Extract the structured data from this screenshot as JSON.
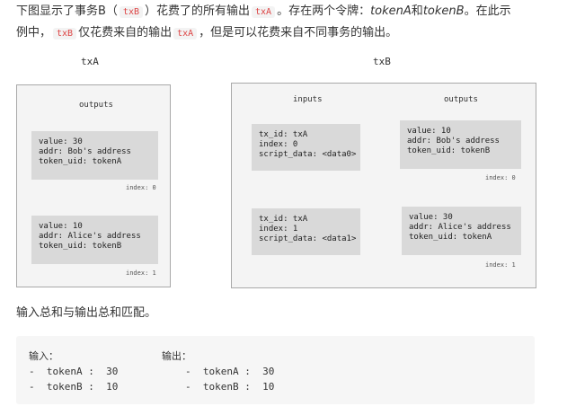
{
  "intro": {
    "l1_a": "下图显示了事务B（",
    "l1_code1": "txB",
    "l1_b": "）花费了的所有输出",
    "l1_code2": "txA",
    "l1_c": "。存在两个令牌：",
    "l1_tokA": "tokenA",
    "l1_and": "和",
    "l1_tokB": "tokenB",
    "l1_d": "。在此示",
    "l2_a": "例中，",
    "l2_code1": "txB",
    "l2_b": "仅花费来自的输出",
    "l2_code2": "txA",
    "l2_c": "，但是可以花费来自不同事务的输出。"
  },
  "diagram": {
    "txA": {
      "title": "txA",
      "outputs_title": "outputs",
      "outputs": [
        {
          "lines": [
            "value: 30",
            "addr: Bob's address",
            "token_uid: tokenA"
          ],
          "index": "index: 0"
        },
        {
          "lines": [
            "value: 10",
            "addr: Alice's address",
            "token_uid: tokenB"
          ],
          "index": "index: 1"
        }
      ]
    },
    "txB": {
      "title": "txB",
      "inputs_title": "inputs",
      "outputs_title": "outputs",
      "inputs": [
        {
          "lines": [
            "tx_id: txA",
            "index: 0",
            "script_data: <data0>"
          ]
        },
        {
          "lines": [
            "tx_id: txA",
            "index: 1",
            "script_data: <data1>"
          ]
        }
      ],
      "outputs": [
        {
          "lines": [
            "value: 10",
            "addr: Bob's address",
            "token_uid: tokenB"
          ],
          "index": "index: 0"
        },
        {
          "lines": [
            "value: 30",
            "addr: Alice's address",
            "token_uid: tokenA"
          ],
          "index": "index: 1"
        }
      ]
    }
  },
  "summary": "输入总和与输出总和匹配。",
  "code": {
    "inputs_label": "输入：",
    "outputs_label": "输出：",
    "inputs": [
      "-  tokenA :  30",
      "-  tokenB :  10"
    ],
    "outputs": [
      "-  tokenA :  30",
      "-  tokenB :  10"
    ]
  }
}
